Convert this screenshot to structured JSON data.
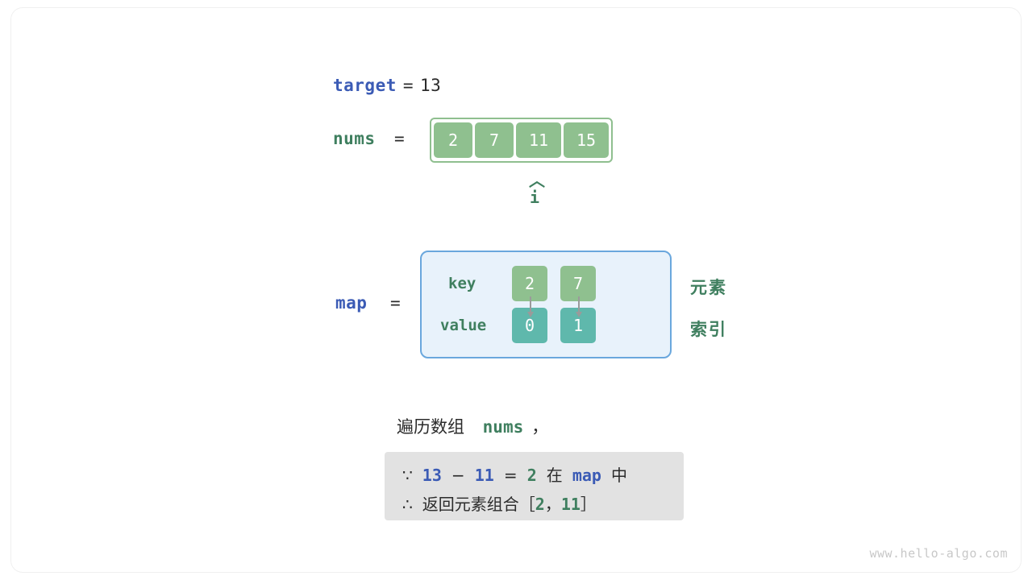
{
  "target_row": {
    "name": "target",
    "equals": "=",
    "value": "13"
  },
  "nums_row": {
    "name": "nums",
    "equals": "=",
    "cells": [
      "2",
      "7",
      "11",
      "15"
    ],
    "pointer_caret": "︿",
    "pointer_label": "i"
  },
  "map_block": {
    "name": "map",
    "equals": "=",
    "key_label": "key",
    "value_label": "value",
    "keys": [
      "2",
      "7"
    ],
    "values": [
      "0",
      "1"
    ],
    "note_elements": "元素",
    "note_index": "索引"
  },
  "caption": {
    "text_before": "遍历数组",
    "code": "nums",
    "text_after": "，"
  },
  "conclusion": {
    "line1": {
      "symbol": "∵",
      "a": "13",
      "minus": "−",
      "b": "11",
      "eq": "=",
      "c": "2",
      "zai": "在",
      "map": "map",
      "zhong": "中"
    },
    "line2": {
      "symbol": "∴",
      "text": "返回元素组合",
      "lbracket": "［",
      "a": "2",
      "comma": "，",
      "b": "11",
      "rbracket": "］"
    }
  },
  "watermark": "www.hello-algo.com",
  "colors": {
    "blue_label": "#3b5bb5",
    "green_label": "#3f7f5f",
    "cell_green": "#8fc08f",
    "cell_teal": "#5fb8ac",
    "map_bg": "#e8f2fb",
    "map_border": "#6aa7dd"
  }
}
